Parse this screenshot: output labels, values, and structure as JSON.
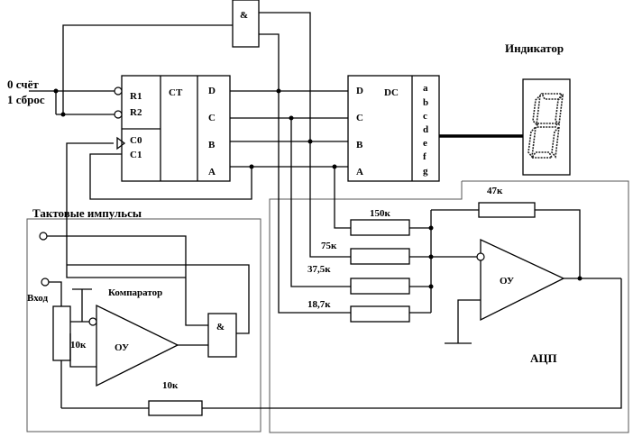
{
  "labels": {
    "count_mode": "0 счёт",
    "reset_mode": "1 сброс",
    "indicator": "Индикатор",
    "clock_pulses": "Тактовые импульсы",
    "input": "Вход",
    "comparator": "Компаратор",
    "adc": "АЦП"
  },
  "counter": {
    "name": "CT",
    "pins_left": [
      "R1",
      "R2",
      "C0",
      "C1"
    ],
    "pins_right": [
      "D",
      "C",
      "B",
      "A"
    ]
  },
  "decoder": {
    "name": "DC",
    "pins_left": [
      "D",
      "C",
      "B",
      "A"
    ],
    "pins_right": [
      "a",
      "b",
      "c",
      "d",
      "e",
      "f",
      "g"
    ]
  },
  "gates": {
    "and_top": "&",
    "and_bottom": "&"
  },
  "opamps": {
    "adc_opamp": "ОУ",
    "comparator_opamp": "ОУ"
  },
  "resistors": {
    "feedback": "47к",
    "r_150": "150к",
    "r_75": "75к",
    "r_37": "37,5к",
    "r_18": "18,7к",
    "input_pot": "10к",
    "bottom": "10к"
  }
}
